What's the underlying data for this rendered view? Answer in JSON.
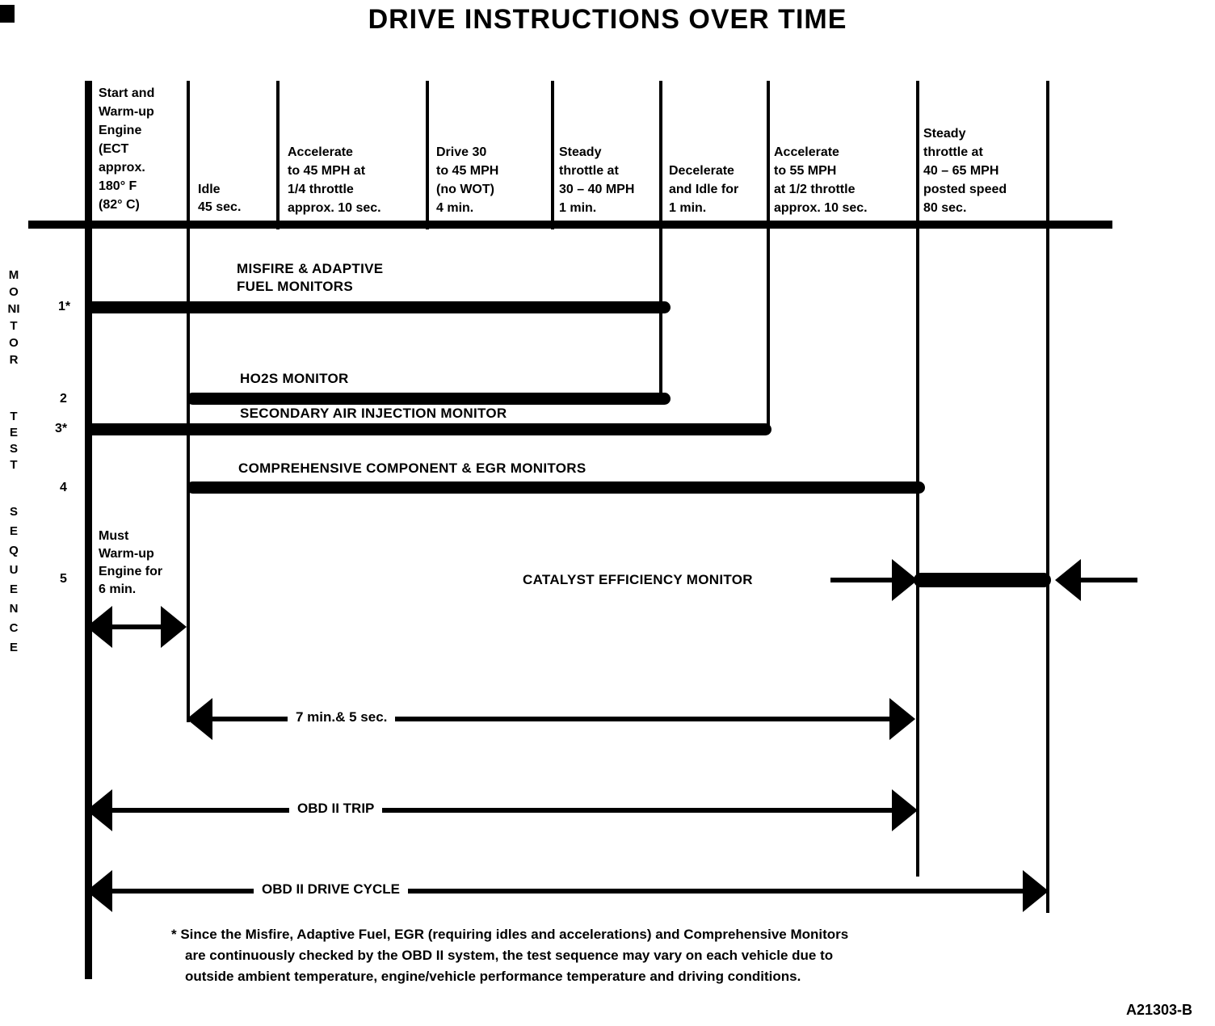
{
  "title": "DRIVE INSTRUCTIONS OVER TIME",
  "y_axis": {
    "word1": "MONITOR",
    "word2": "TEST",
    "word3": "SEQUENCE"
  },
  "steps": [
    {
      "label": "Start and\nWarm-up\nEngine\n(ECT\napprox.\n180° F\n(82° C)"
    },
    {
      "label": "Idle\n45 sec."
    },
    {
      "label": "Accelerate\nto 45 MPH at\n1/4 throttle\napprox. 10 sec."
    },
    {
      "label": "Drive 30\nto 45 MPH\n(no WOT)\n4 min."
    },
    {
      "label": "Steady\nthrottle at\n30 – 40 MPH\n1 min."
    },
    {
      "label": "Decelerate\nand Idle for\n1 min."
    },
    {
      "label": "Accelerate\nto 55 MPH\nat 1/2 throttle\napprox. 10 sec."
    },
    {
      "label": "Steady\nthrottle at\n40 – 65 MPH\nposted speed\n80 sec."
    }
  ],
  "monitor_rows": [
    {
      "num": "1*",
      "label": "MISFIRE & ADAPTIVE\nFUEL MONITORS"
    },
    {
      "num": "2",
      "label": "HO2S MONITOR"
    },
    {
      "num": "3*",
      "label": "SECONDARY AIR INJECTION MONITOR"
    },
    {
      "num": "4",
      "label": "COMPREHENSIVE COMPONENT & EGR MONITORS"
    },
    {
      "num": "5",
      "label": "CATALYST EFFICIENCY MONITOR"
    }
  ],
  "warm_up_note": "Must\nWarm-up\nEngine for\n6 min.",
  "duration_labels": {
    "seven_min": "7 min.& 5 sec.",
    "trip": "OBD II TRIP",
    "drive_cycle": "OBD II DRIVE CYCLE"
  },
  "footnote": "* Since the Misfire, Adaptive Fuel, EGR (requiring idles and accelerations) and Comprehensive Monitors\nare continuously checked by the OBD II system, the test sequence may vary on each vehicle due to\noutside ambient temperature, engine/vehicle performance temperature and driving conditions.",
  "figure_code": "A21303-B",
  "colors": {
    "ink": "#000000",
    "paper": "#ffffff"
  }
}
